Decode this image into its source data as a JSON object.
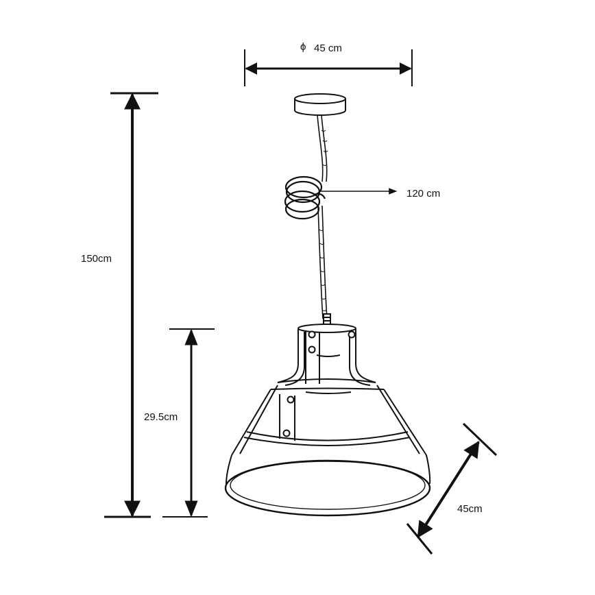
{
  "dimensions": {
    "diameter": {
      "symbol": "ϕ",
      "value": "45 cm"
    },
    "cable_length": "120 cm",
    "total_height": "150cm",
    "shade_height": "29.5cm",
    "shade_width": "45cm"
  },
  "colors": {
    "line": "#111111",
    "background": "#ffffff"
  }
}
